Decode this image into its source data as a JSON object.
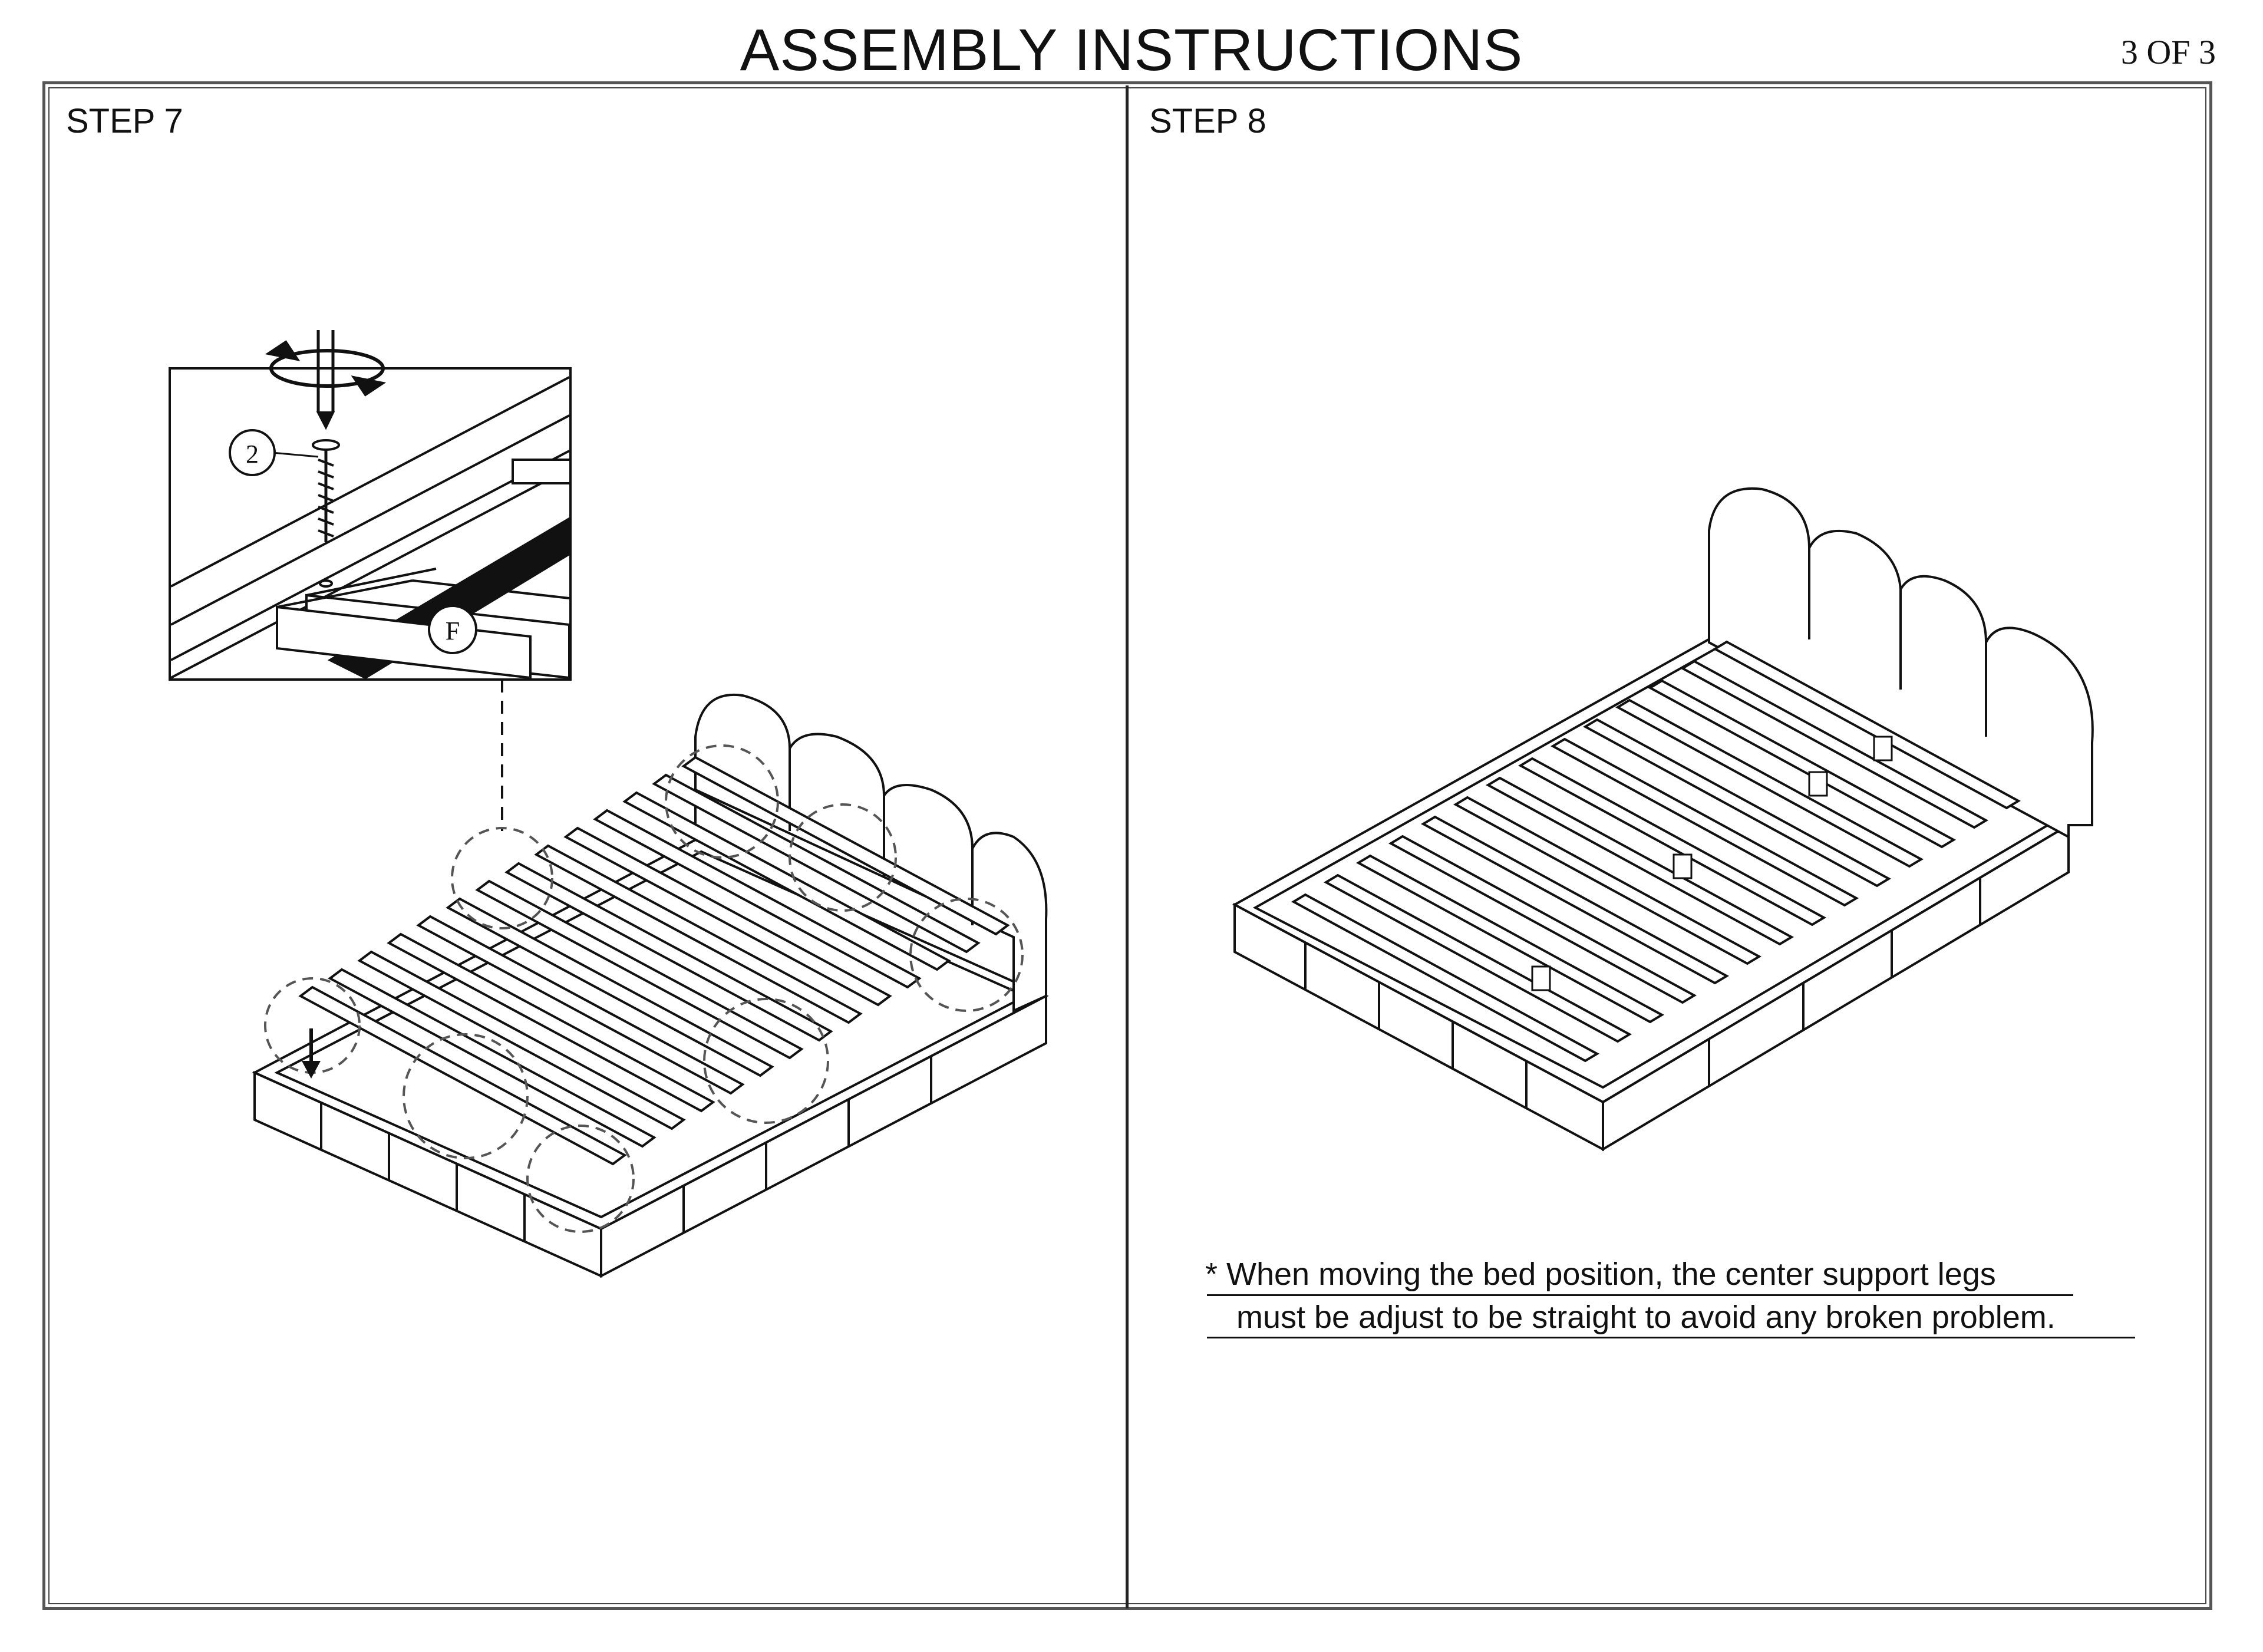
{
  "header": {
    "title": "ASSEMBLY INSTRUCTIONS",
    "page": "3 OF 3"
  },
  "steps": [
    {
      "label": "STEP 7",
      "callouts": {
        "screw": "2",
        "part": "F"
      }
    },
    {
      "label": "STEP 8",
      "note_line1": "* When moving the bed position, the center support legs",
      "note_line2": "must be adjust to be straight to avoid any broken problem."
    }
  ]
}
